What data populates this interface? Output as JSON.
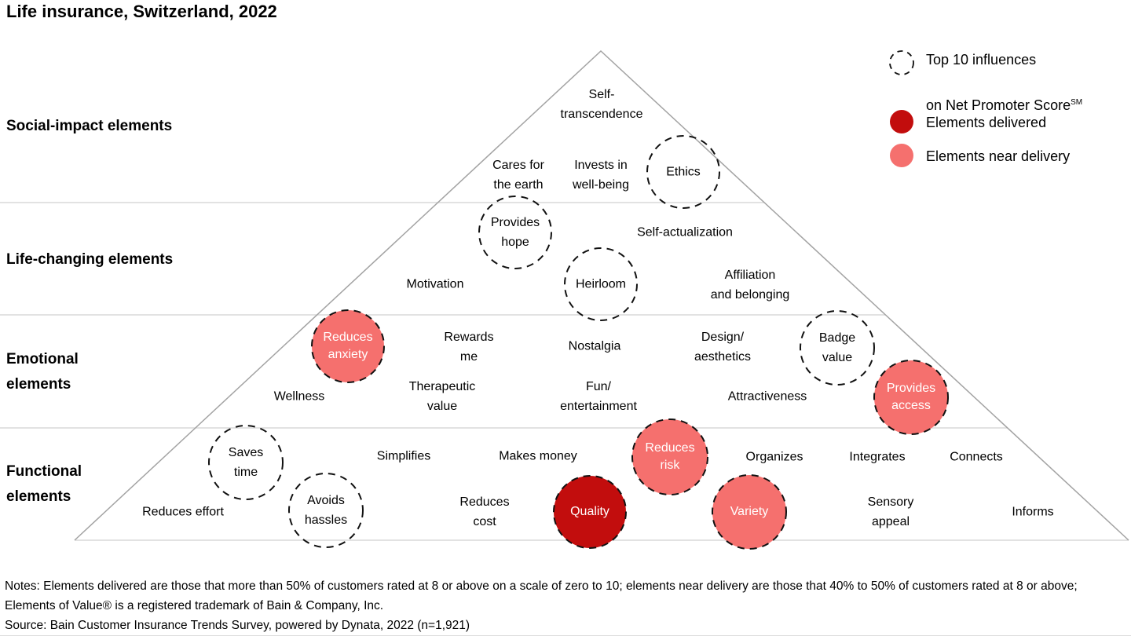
{
  "title": "Life insurance, Switzerland, 2022",
  "legend": {
    "top10_line1": "Top 10 influences",
    "top10_line2": "on Net Promoter Score",
    "top10_sup": "SM",
    "delivered_label": "Elements delivered",
    "near_label": "Elements near delivery"
  },
  "colors": {
    "delivered": "#c20d0d",
    "near": "#f5706e",
    "dash": "#111111",
    "pyramid_side": "#a3a3a3",
    "tier_line": "#d0d0d0"
  },
  "tiers": [
    {
      "label": "Social-impact elements"
    },
    {
      "label": "Life-changing elements"
    },
    {
      "label": "Emotional\nelements"
    },
    {
      "label": "Functional\nelements"
    }
  ],
  "elements": {
    "social": [
      {
        "label": "Self-\ntranscendence",
        "marker": "none"
      },
      {
        "label": "Cares for\nthe earth",
        "marker": "none"
      },
      {
        "label": "Invests in\nwell-being",
        "marker": "none"
      },
      {
        "label": "Ethics",
        "marker": "top10"
      }
    ],
    "life_changing": [
      {
        "label": "Provides\nhope",
        "marker": "top10"
      },
      {
        "label": "Self-actualization",
        "marker": "none"
      },
      {
        "label": "Motivation",
        "marker": "none"
      },
      {
        "label": "Heirloom",
        "marker": "top10"
      },
      {
        "label": "Affiliation\nand belonging",
        "marker": "none"
      }
    ],
    "emotional": [
      {
        "label": "Reduces\nanxiety",
        "marker": "near-top10"
      },
      {
        "label": "Rewards\nme",
        "marker": "none"
      },
      {
        "label": "Nostalgia",
        "marker": "none"
      },
      {
        "label": "Design/\naesthetics",
        "marker": "none"
      },
      {
        "label": "Badge\nvalue",
        "marker": "top10"
      },
      {
        "label": "Wellness",
        "marker": "none"
      },
      {
        "label": "Therapeutic\nvalue",
        "marker": "none"
      },
      {
        "label": "Fun/\nentertainment",
        "marker": "none"
      },
      {
        "label": "Attractiveness",
        "marker": "none"
      },
      {
        "label": "Provides\naccess",
        "marker": "near-top10"
      }
    ],
    "functional": [
      {
        "label": "Saves\ntime",
        "marker": "top10"
      },
      {
        "label": "Simplifies",
        "marker": "none"
      },
      {
        "label": "Makes money",
        "marker": "none"
      },
      {
        "label": "Reduces\nrisk",
        "marker": "near-top10"
      },
      {
        "label": "Organizes",
        "marker": "none"
      },
      {
        "label": "Integrates",
        "marker": "none"
      },
      {
        "label": "Connects",
        "marker": "none"
      },
      {
        "label": "Reduces effort",
        "marker": "none"
      },
      {
        "label": "Avoids\nhassles",
        "marker": "top10"
      },
      {
        "label": "Reduces\ncost",
        "marker": "none"
      },
      {
        "label": "Quality",
        "marker": "delivered-top10"
      },
      {
        "label": "Variety",
        "marker": "near-top10"
      },
      {
        "label": "Sensory\nappeal",
        "marker": "none"
      },
      {
        "label": "Informs",
        "marker": "none"
      }
    ]
  },
  "notes": "Notes: Elements delivered are those that more than 50% of customers rated at 8 or above on a scale of zero to 10; elements near delivery are those that 40% to 50% of customers rated at 8 or above; Elements of Value® is a registered trademark of Bain & Company, Inc.",
  "source": "Source: Bain Customer Insurance Trends Survey, powered by Dynata, 2022 (n=1,921)"
}
